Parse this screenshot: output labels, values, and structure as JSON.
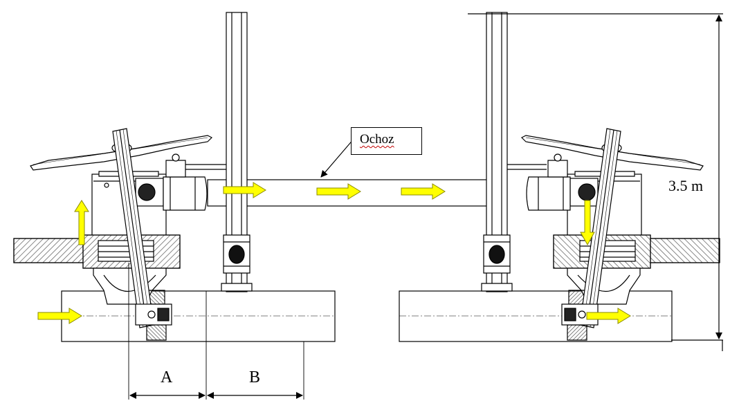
{
  "labels": {
    "dimension_a": "A",
    "dimension_b": "B",
    "height": "3.5 m",
    "callout": "Ochoz"
  },
  "colors": {
    "flow_arrow": "#ffff00",
    "flow_arrow_outline": "#8a8a00",
    "line": "#000000",
    "hatch": "#555555",
    "pipe_fill": "#ffffff"
  }
}
